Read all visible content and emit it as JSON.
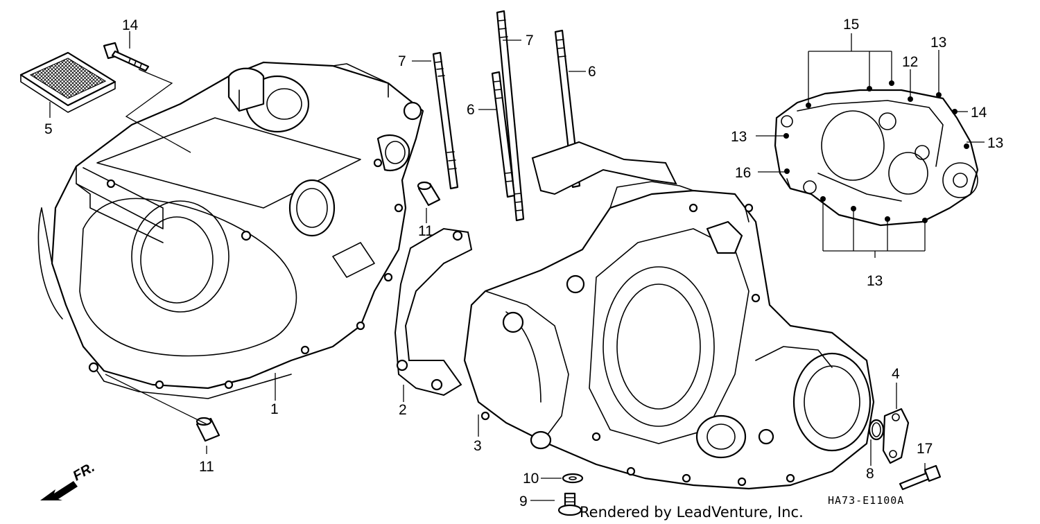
{
  "diagram": {
    "code": "HA73-E1100A",
    "credit": "Rendered by LeadVenture, Inc.",
    "direction": "FR.",
    "callouts": [
      {
        "id": "c14a",
        "label": "14"
      },
      {
        "id": "c5",
        "label": "5"
      },
      {
        "id": "c7a",
        "label": "7"
      },
      {
        "id": "c7b",
        "label": "7"
      },
      {
        "id": "c6a",
        "label": "6"
      },
      {
        "id": "c6b",
        "label": "6"
      },
      {
        "id": "c11a",
        "label": "11"
      },
      {
        "id": "c11b",
        "label": "11"
      },
      {
        "id": "c1",
        "label": "1"
      },
      {
        "id": "c2",
        "label": "2"
      },
      {
        "id": "c3",
        "label": "3"
      },
      {
        "id": "c10",
        "label": "10"
      },
      {
        "id": "c9",
        "label": "9"
      },
      {
        "id": "c4",
        "label": "4"
      },
      {
        "id": "c8",
        "label": "8"
      },
      {
        "id": "c17",
        "label": "17"
      },
      {
        "id": "c15",
        "label": "15"
      },
      {
        "id": "c13a",
        "label": "13"
      },
      {
        "id": "c12",
        "label": "12"
      },
      {
        "id": "c14b",
        "label": "14"
      },
      {
        "id": "c13b",
        "label": "13"
      },
      {
        "id": "c13c",
        "label": "13"
      },
      {
        "id": "c16",
        "label": "16"
      },
      {
        "id": "c13d",
        "label": "13"
      }
    ]
  }
}
